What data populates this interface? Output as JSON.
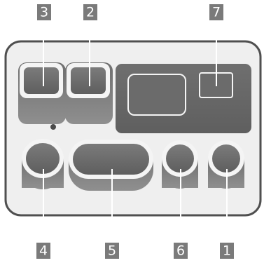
{
  "labels": {
    "top_left": "3",
    "top_middle": "2",
    "top_right": "7",
    "bottom_left": "4",
    "bottom_center": "5",
    "bottom_right_inner": "6",
    "bottom_right_outer": "1"
  },
  "colors": {
    "body_fill": "#efefef",
    "body_stroke": "#4f4f4f",
    "control_dark": "#666666",
    "control_mid": "#868686",
    "control_light": "#f4f4f4",
    "label_fill": "#7a7a7a",
    "label_text": "#ffffff"
  }
}
